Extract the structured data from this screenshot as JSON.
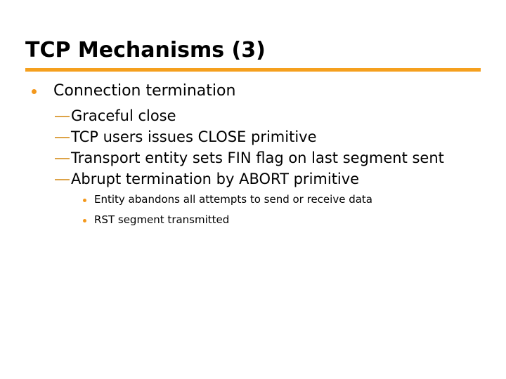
{
  "slide": {
    "title": "TCP Mechanisms (3)",
    "accent_color": "#F5A01E",
    "bullet_color": "#F3981C",
    "dash_color": "#DDA348",
    "text_color": "#000000",
    "background_color": "#FFFFFF"
  },
  "outline": [
    {
      "level": 1,
      "marker": "round-bullet",
      "text": "Connection termination"
    },
    {
      "level": 2,
      "marker": "em-dash",
      "text": "Graceful close"
    },
    {
      "level": 2,
      "marker": "em-dash",
      "text": "TCP users issues CLOSE primitive"
    },
    {
      "level": 2,
      "marker": "em-dash",
      "text": "Transport entity sets FIN flag on last segment sent"
    },
    {
      "level": 2,
      "marker": "em-dash",
      "text": "Abrupt termination by ABORT primitive"
    },
    {
      "level": 3,
      "marker": "small-round-bullet",
      "text": "Entity abandons all attempts to send or receive data"
    },
    {
      "level": 3,
      "marker": "small-round-bullet",
      "text": "RST segment transmitted"
    }
  ]
}
